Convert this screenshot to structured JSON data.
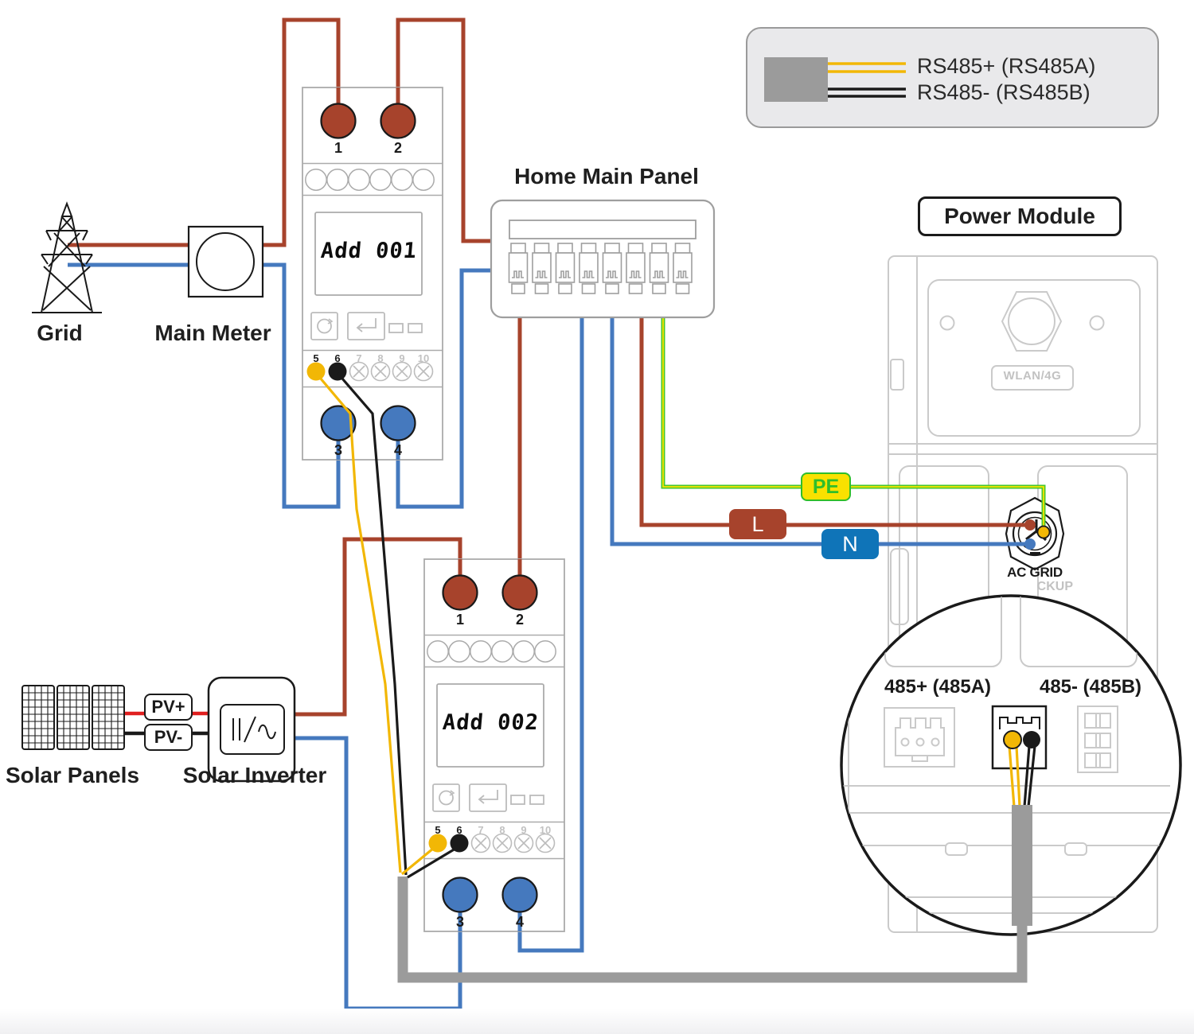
{
  "legend": {
    "rs485_plus_label": "RS485+ (RS485A)",
    "rs485_minus_label": "RS485- (RS485B)"
  },
  "labels": {
    "grid": "Grid",
    "main_meter": "Main Meter",
    "home_main_panel": "Home Main Panel",
    "power_module": "Power Module",
    "solar_panels": "Solar Panels",
    "solar_inverter": "Solar Inverter",
    "wlan_4g": "WLAN/4G",
    "ac_grid": "AC GRID",
    "ac_backup": "AC BACKUP"
  },
  "badges": {
    "pe": "PE",
    "line": "L",
    "neutral": "N",
    "pv_plus": "PV+",
    "pv_minus": "PV-"
  },
  "meters": {
    "meter1_display": "Add 001",
    "meter2_display": "Add 002",
    "terminals_large": [
      "1",
      "2",
      "3",
      "4"
    ],
    "terminals_small": [
      "5",
      "6",
      "7",
      "8",
      "9",
      "10"
    ]
  },
  "power_module_detail": {
    "rs485a_label": "485+ (485A)",
    "rs485b_label": "485- (485B)"
  },
  "colors": {
    "wire_brown": "#A7432C",
    "wire_blue": "#4579BE",
    "wire_yellow": "#F2B705",
    "wire_black": "#1A1A1A",
    "wire_green": "#44C72E",
    "wire_green_core": "#F6E300",
    "wire_red": "#E01F1F",
    "cable_gray": "#9B9B9B",
    "module_gray": "#CACACA",
    "outline_gray": "#ABABAB",
    "detail_gray": "#BCBCBC",
    "faint_text": "#C2C2C2",
    "pe_fill": "#F9E100",
    "pe_green": "#2FBE2B",
    "n_fill": "#0F74B8",
    "legend_bg": "#E9E9EB",
    "legend_border": "#9A9A9A",
    "label_ink": "#1F1F1F"
  }
}
